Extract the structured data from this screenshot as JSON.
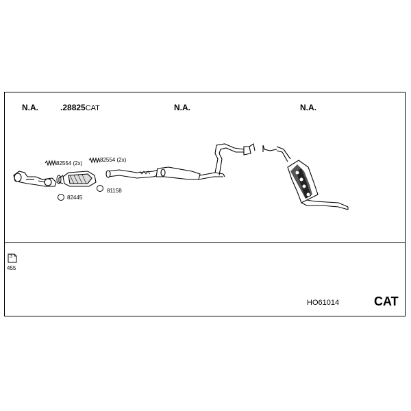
{
  "header": {
    "col1": "N.A.",
    "col2_prefix": ".",
    "col2_number": "28825",
    "col2_suffix": "CAT",
    "col3": "N.A.",
    "col4": "N.A."
  },
  "parts": {
    "spring_left": "82554 (2x)",
    "spring_right": "82554 (2x)",
    "ring_left": "82445",
    "ring_right": "81158"
  },
  "footer": {
    "page_icon_label": "3",
    "page_ref": "455",
    "code": "HO61014",
    "type": "CAT"
  },
  "icons": [
    "exhaust-manifold-icon",
    "gasket-icon",
    "catalytic-converter-icon",
    "flex-pipe-icon",
    "middle-silencer-icon",
    "rear-silencer-icon",
    "spring-icon",
    "ring-icon",
    "page-icon"
  ]
}
